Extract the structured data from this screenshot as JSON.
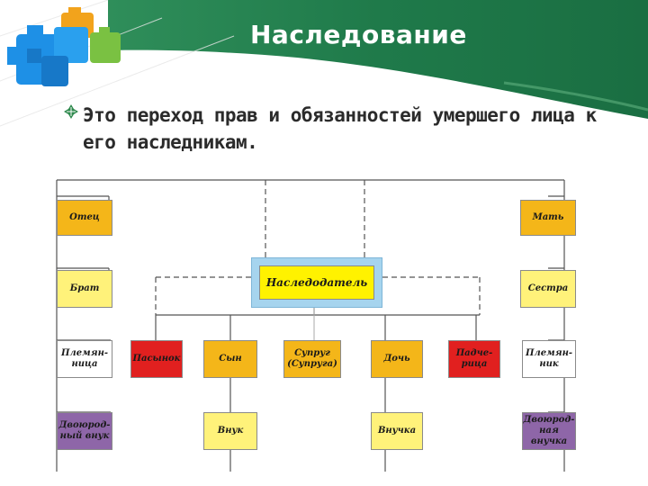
{
  "slide": {
    "title": "Наследование",
    "bullet_text": "Это переход прав и обязанностей умершего лица к его наследникам."
  },
  "colors": {
    "header_green": "#1f7a4a",
    "header_light": "#3f9a66",
    "bullet_green": "#2f8a4e",
    "relative_orange": "#f4b619",
    "relative_yellow": "#fff27a",
    "relative_red": "#e1201f",
    "relative_purple": "#8e66a8",
    "heir_blue": "#a6d4ee",
    "heir_yellow": "#fff200"
  },
  "diagram": {
    "center": "Наследодатель",
    "boxes": {
      "father": "Отец",
      "mother": "Мать",
      "brother": "Брат",
      "sister": "Сестра",
      "niece": "Племян-ница",
      "adopted_son": "Пасынок",
      "son": "Сын",
      "spouse": "Супруг (Супруга)",
      "daughter": "Дочь",
      "stepdaughter": "Падче-рица",
      "nephew": "Племян-ник",
      "grandnephew": "Двоюрод-ный внук",
      "grandson": "Внук",
      "granddaughter": "Внучка",
      "grandniece": "Двоюрод-ная внучка"
    }
  }
}
